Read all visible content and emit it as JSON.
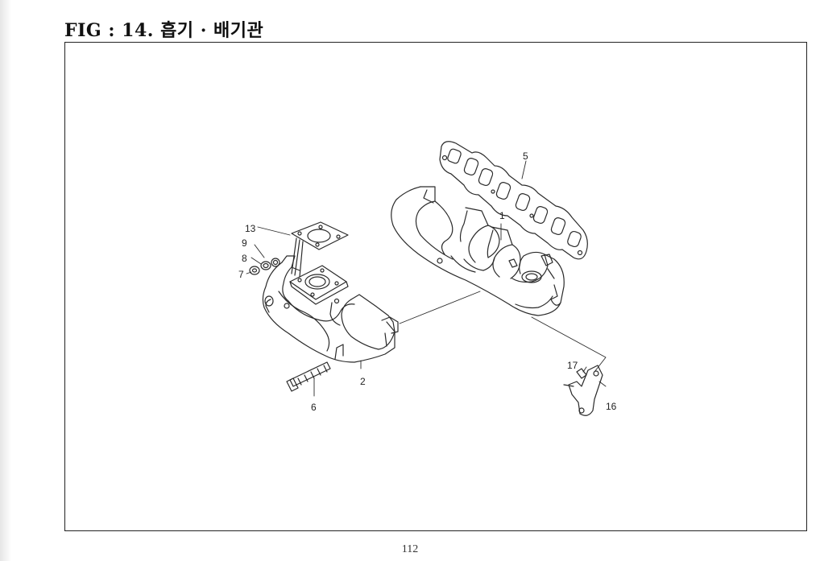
{
  "title": "FIG : 14. 흡기 · 배기관",
  "page_number": "112",
  "parts": [
    {
      "id": "part-1",
      "number": "1"
    },
    {
      "id": "part-2",
      "number": "2"
    },
    {
      "id": "part-5",
      "number": "5"
    },
    {
      "id": "part-6",
      "number": "6"
    },
    {
      "id": "part-7",
      "number": "7"
    },
    {
      "id": "part-8",
      "number": "8"
    },
    {
      "id": "part-9",
      "number": "9"
    },
    {
      "id": "part-13",
      "number": "13"
    },
    {
      "id": "part-16",
      "number": "16"
    },
    {
      "id": "part-17",
      "number": "17"
    }
  ]
}
